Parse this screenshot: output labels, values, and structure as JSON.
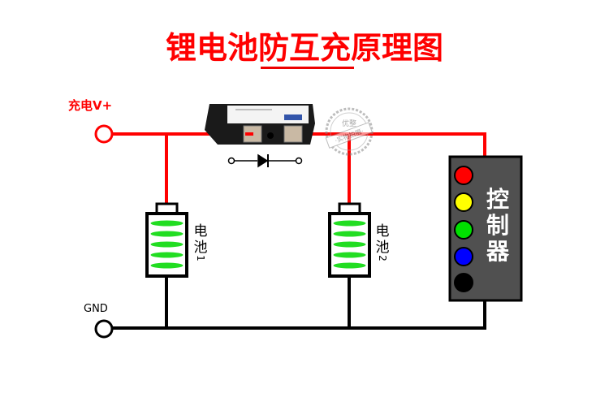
{
  "title": "锂电池防互充原理图",
  "terminals": {
    "positive_label": "充电V+",
    "ground_label": "GND"
  },
  "batteries": [
    {
      "label_chars": [
        "电",
        "池"
      ],
      "number": "1"
    },
    {
      "label_chars": [
        "电",
        "池"
      ],
      "number": "2"
    }
  ],
  "controller": {
    "label_chars": [
      "控",
      "制",
      "器"
    ],
    "leds": [
      {
        "color": "#ff0000"
      },
      {
        "color": "#ffff00"
      },
      {
        "color": "#00e000"
      },
      {
        "color": "#0000ff"
      },
      {
        "color": "#000000"
      }
    ]
  },
  "module": {
    "type": "diode-module-photo"
  },
  "stamp": {
    "text_top": "优整",
    "text_band": "·实物拍摄·"
  },
  "colors": {
    "positive_wire": "#ff0000",
    "ground_wire": "#000000",
    "battery_cell": "#22dd22",
    "controller_body": "#505050"
  }
}
